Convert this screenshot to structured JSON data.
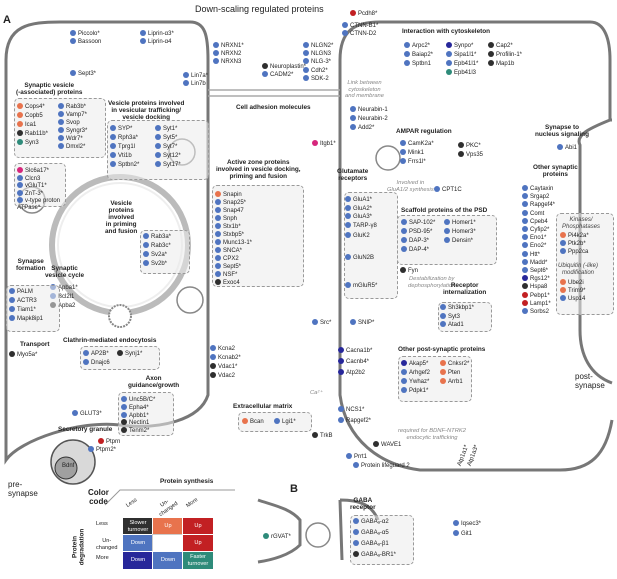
{
  "title": "Down-scaling regulated proteins",
  "panel_a": "A",
  "panel_b": "B",
  "colors": {
    "down_dark": "#27279a",
    "down": "#4f74c0",
    "up": "#e8734d",
    "up_dark": "#c22023",
    "slower": "#2f2f2f",
    "faster": "#2e8b7a",
    "pink": "#d6267c",
    "grey": "#9a9a9a"
  },
  "labels": {
    "pre_synapse": "pre-\nsynapse",
    "post_synapse": "post-\nsynapse",
    "cell_adhesion": "Cell adhesion molecules",
    "extracellular": "Extracellular matrix",
    "synapse_formation": "Synapse\nformation",
    "transport": "Transport",
    "synaptic_vesicle_cycle": "Synaptic\nvesicle cycle",
    "clathrin": "Clathrin-mediated endocytosis",
    "axon": "Axon\nguidance/growth",
    "sec_granule": "Secretory granule",
    "glu_receptors": "Glutamate\nreceptors",
    "ampar": "AMPAR regulation",
    "scaffold": "Scaffold proteins of the PSD",
    "receptor_int": "Receptor\ninternalization",
    "other_post": "Other post-synaptic proteins",
    "interaction_cyto": "Interaction with cytoskeleton",
    "nucleus": "Synapse to\nnucleus signaling",
    "other_syn": "Other synaptic\nproteins",
    "kinases": "Kinases/\nPhosphatases",
    "ubiquitin": "Ubiquitin (-like)\nmodification",
    "sv_assoc": "Synaptic vesicle\n(-associated) proteins",
    "vesicle_traffic": "Vesicle proteins involved\nin vesicular trafficking/\nvesicle docking",
    "vesicle_priming": "Vesicle\nproteins\ninvolved\nin priming\nand fusion",
    "active_zone": "Active zone proteins\ninvolved in vesicle docking,\npriming and fusion",
    "gaba_receptor": "GABA\nreceptor",
    "link_note": "Link between\ncytoskeleton\nand membrane",
    "glua1_note": "Involved in\nGluA1/2 synthesis",
    "fyn_note": "Destabilization by\ndephosphorylation",
    "bdnf_note": "required for BDNF-NTRK2\nendocytic trafficking",
    "ca": "Ca²⁺"
  },
  "proteins": {
    "top_pre": [
      "Piccolo*",
      "Bassoon",
      "Sept3*"
    ],
    "liprin": [
      "Liprin-α3*",
      "Liprin-α4"
    ],
    "lin": [
      "Lin7a*",
      "Lin7b"
    ],
    "nrxn": [
      "NRXN1*",
      "NRXN2",
      "NRXN3"
    ],
    "neuro": [
      "Neuroplastin*",
      "CADM2*"
    ],
    "nlgn": [
      "NLGN2*",
      "NLGN3",
      "NLG-3*",
      "Cdh2*",
      "SDK-2"
    ],
    "ctnn": [
      "CTNN-B1*",
      "CTNN-D2"
    ],
    "pcdh": "Pcdh8*",
    "sv": [
      "Cops4*",
      "Copb5",
      "Ica1",
      "Rab11b*",
      "Syn3"
    ],
    "sv2": [
      "Rab3b*",
      "Vamp7*",
      "Svop",
      "Syngr3*",
      "Wdr7*",
      "Dmxl2*"
    ],
    "svt": [
      "Slc6a17*",
      "Clcn3",
      "vGluT1*",
      "ZnT-3*",
      "v-type proton\nATPase*"
    ],
    "traffic_a": [
      "SYP*",
      "Rph3a*",
      "Tprg1l",
      "Vti1b",
      "Sptbn2*"
    ],
    "traffic_b": [
      "Syt1*",
      "Syt5*",
      "Syt7*",
      "Syt12*",
      "Syt17*"
    ],
    "priming": [
      "Rab3a*",
      "Rab3c*",
      "Sv2a*",
      "Sv2b*"
    ],
    "svc": [
      "Apba1*",
      "Bcl2l1",
      "Apba2"
    ],
    "formation": [
      "PALM",
      "ACTR3",
      "Tiam1*",
      "Mapk8ip1"
    ],
    "az": [
      "Snapin",
      "Snap25*",
      "Snap47",
      "Snph",
      "Stx1b*",
      "Stxbp5*",
      "Munc13-1*",
      "SNCA*",
      "CPX2",
      "Sept5*",
      "NSF*",
      "Exoc4"
    ],
    "transport": "Myo5a*",
    "clathrin": [
      "AP2B*",
      "Synj1*",
      "Dnajc6"
    ],
    "axon": [
      "Unc5B/C*",
      "Epha4*",
      "Apbb1*",
      "Nectin1",
      "Tenm2*"
    ],
    "kcna": [
      "Kcna2",
      "Kcnab2*",
      "Vdac1*",
      "Vdac2"
    ],
    "ecm": [
      "Bcan",
      "Lgi1*"
    ],
    "glut3": "GLUT3*",
    "granule": [
      "Ptprn",
      "Ptprn2*",
      "Bdnf"
    ],
    "cyto_a": [
      "Arpc2*",
      "Baiap2*",
      "Sptbn1"
    ],
    "cyto_b": [
      "Synpo*",
      "Sipa1l1*",
      "Epb41l1*",
      "Epb41l3"
    ],
    "cyto_c": [
      "Cap2*",
      "Profilin-1*",
      "Map1b"
    ],
    "neurabin": [
      "Neurabin-1",
      "Neurabin-2",
      "Add2*"
    ],
    "abi1": "Abi1",
    "itgb1": "Itgb1*",
    "ampar": [
      "CamK2a*",
      "Mink1",
      "Frrs1l*"
    ],
    "pkc": [
      "PKC*",
      "Vps35"
    ],
    "cptc": "CPT1C",
    "glur": [
      "GluA1*",
      "GluA2*",
      "GluA3*",
      "TARP-γ8",
      "GluK2",
      "GluN2B",
      "mGluR5*"
    ],
    "scaffold_a": [
      "SAP-102*",
      "PSD-95*",
      "DAP-3*",
      "DAP-4*"
    ],
    "scaffold_b": [
      "Homer1*",
      "Homer3*",
      "Densin*"
    ],
    "fyn": "Fyn",
    "rint": [
      "Sh3kbp1*",
      "Syt3",
      "Atad1"
    ],
    "src": [
      "Src*",
      "SNIP*"
    ],
    "cacna": [
      "Cacna1b*",
      "Cacnb4*",
      "Atp2b2"
    ],
    "other_post_a": [
      "Akap5*",
      "Arhgef2",
      "Ywhaz*",
      "Pdpk1*"
    ],
    "other_post_b": [
      "Cnksr2*",
      "Pten",
      "Arrb1"
    ],
    "ncs": [
      "NCS1*",
      "Rapgef2*"
    ],
    "trkb": [
      "TrkB",
      "WAVE1",
      "Prrt1",
      "Protein lifeguard 2"
    ],
    "atp1a": [
      "Atp1a1*",
      "Atp1a3*"
    ],
    "other_syn": [
      "Caytaxin",
      "Srgap2",
      "Rapgef4*",
      "Comt",
      "Cpeb4",
      "Cyfip2*",
      "Eno1*",
      "Eno2*",
      "Htt*",
      "Madd*",
      "Sept6*",
      "Rgs12*",
      "Hspa8",
      "Pebp1*",
      "Lamp1*",
      "Sorbs2"
    ],
    "kinase": [
      "Pi4k2a*",
      "Ptk2b*",
      "Ppp2ca"
    ],
    "ubi": [
      "Ube2i",
      "Trim9*",
      "Usp14"
    ],
    "gaba_pre": "rGVAT*",
    "gaba": [
      "GABAₐ-α2",
      "GABAₐ-α5",
      "GABAₐ-β1",
      "GABAₐ-BR1*"
    ],
    "gaba_other": [
      "Iqsec3*",
      "Git1"
    ]
  },
  "legend": {
    "title": "Color\ncode",
    "synth_header": "Protein synthesis",
    "deg_header": "Protein\ndegradation",
    "cols": [
      "Less",
      "Un-\nchanged",
      "More"
    ],
    "rows": [
      "Less",
      "Un-\nchanged",
      "More"
    ],
    "cells": [
      [
        "Slower\nturnover",
        "Up",
        "Up"
      ],
      [
        "Down",
        "",
        "Up"
      ],
      [
        "Down",
        "Down",
        "Faster\nturnover"
      ]
    ]
  }
}
